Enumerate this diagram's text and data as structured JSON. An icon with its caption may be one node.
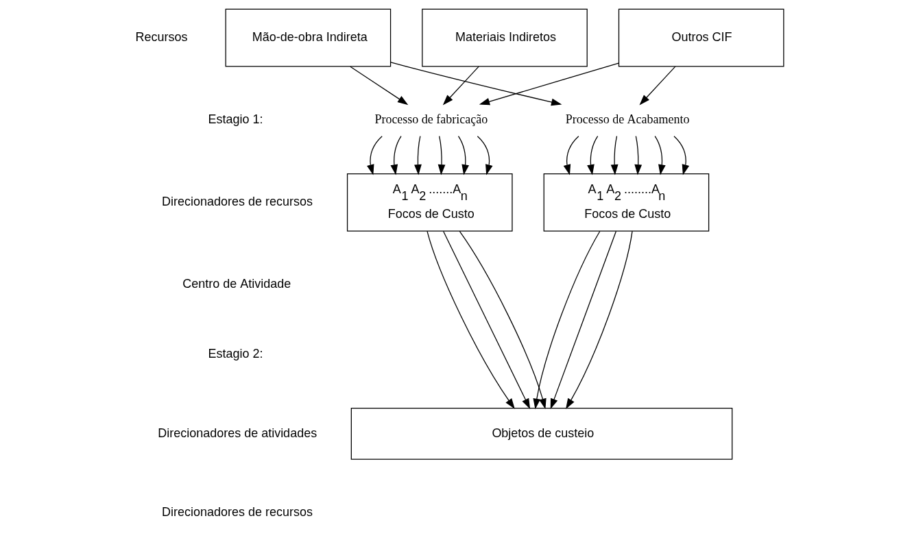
{
  "diagram": {
    "nodes": [
      {
        "text": [
          "Mão-de-obra Indireta"
        ]
      },
      {
        "text": [
          "Materiais Indiretos"
        ]
      },
      {
        "text": [
          "Outros CIF"
        ]
      },
      {
        "text": [
          "Processo de fabricação"
        ]
      },
      {
        "text": [
          "Processo de Acabamento"
        ]
      },
      {
        "text": [
          "A$_{1}$ A$_{2}$ .......A$_{n}$",
          "Focos de Custo"
        ]
      },
      {
        "text": [
          "A$_{1}$ A$_{2}$ ........A$_{n}$",
          "Focos de Custo"
        ]
      },
      {
        "text": [
          "Objetos de custeio"
        ]
      }
    ],
    "edges": [
      {
        "from": 0,
        "to": 3,
        "arrow": "to"
      },
      {
        "from": 1,
        "to": 3,
        "arrow": "to"
      },
      {
        "from": 2,
        "to": 3,
        "arrow": "to"
      },
      {
        "from": 0,
        "to": 4,
        "arrow": "to"
      },
      {
        "from": 2,
        "to": 4,
        "arrow": "to"
      },
      {
        "from": 3,
        "to": 5,
        "arrow": "to"
      },
      {
        "from": 3,
        "to": 5,
        "arrow": "to"
      },
      {
        "from": 3,
        "to": 5,
        "arrow": "to"
      },
      {
        "from": 3,
        "to": 5,
        "arrow": "to"
      },
      {
        "from": 3,
        "to": 5,
        "arrow": "to"
      },
      {
        "from": 3,
        "to": 5,
        "arrow": "to"
      },
      {
        "from": 4,
        "to": 6,
        "arrow": "to"
      },
      {
        "from": 4,
        "to": 6,
        "arrow": "to"
      },
      {
        "from": 4,
        "to": 6,
        "arrow": "to"
      },
      {
        "from": 4,
        "to": 6,
        "arrow": "to"
      },
      {
        "from": 4,
        "to": 6,
        "arrow": "to"
      },
      {
        "from": 4,
        "to": 6,
        "arrow": "to"
      },
      {
        "from": 5,
        "to": 7,
        "arrow": "to"
      },
      {
        "from": 5,
        "to": 7,
        "arrow": "to"
      },
      {
        "from": 5,
        "to": 7,
        "arrow": "to"
      },
      {
        "from": 6,
        "to": 7,
        "arrow": "to"
      },
      {
        "from": 6,
        "to": 7,
        "arrow": "to"
      },
      {
        "from": 6,
        "to": 7,
        "arrow": "to"
      }
    ],
    "labels": [
      "Recursos",
      "Estagio 1:",
      "Direcionadores de recursos",
      "Centro de Atividade",
      "Estagio 2:",
      "Direcionadores de atividades",
      "Direcionadores de recursos"
    ]
  }
}
